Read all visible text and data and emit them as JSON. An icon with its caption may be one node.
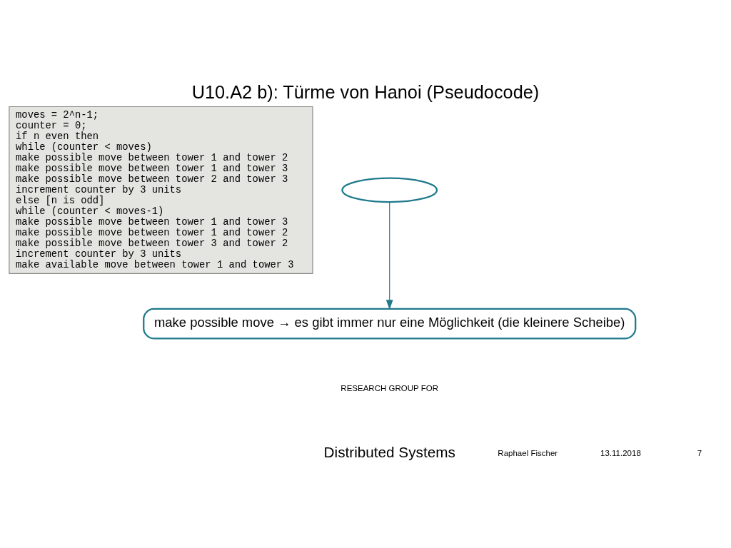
{
  "diagram": {
    "title": "U10.A2 b): Türme von Hanoi (Pseudocode)",
    "nodes": [
      {
        "text": [
          "moves = 2^n-1;",
          "counter = 0;",
          "if n even then",
          "while (counter < moves)",
          "make possible move between tower 1 and tower 2",
          "make possible move between tower 1 and tower 3",
          "make possible move between tower 2 and tower 3",
          "increment counter by 3 units",
          "else [n is odd]",
          "while (counter < moves-1)",
          "make possible move between tower 1 and tower 3",
          "make possible move between tower 1 and tower 2",
          "make possible move between tower 3 and tower 2",
          "increment counter by 3 units",
          "make available move between tower 1 and tower 3"
        ]
      },
      {
        "text": [],
        "shape": "ellipse"
      },
      {
        "text": [
          "make possible move → es gibt immer nur eine Möglichkeit (die kleinere Scheibe)"
        ]
      }
    ],
    "edges": [
      {
        "from": 1,
        "to": 2,
        "arrow": "to",
        "color": "#1f7a8c"
      }
    ],
    "labels": [
      "RESEARCH GROUP FOR",
      "Distributed Systems",
      "Raphael Fischer",
      "13.11.2018",
      "7"
    ]
  }
}
